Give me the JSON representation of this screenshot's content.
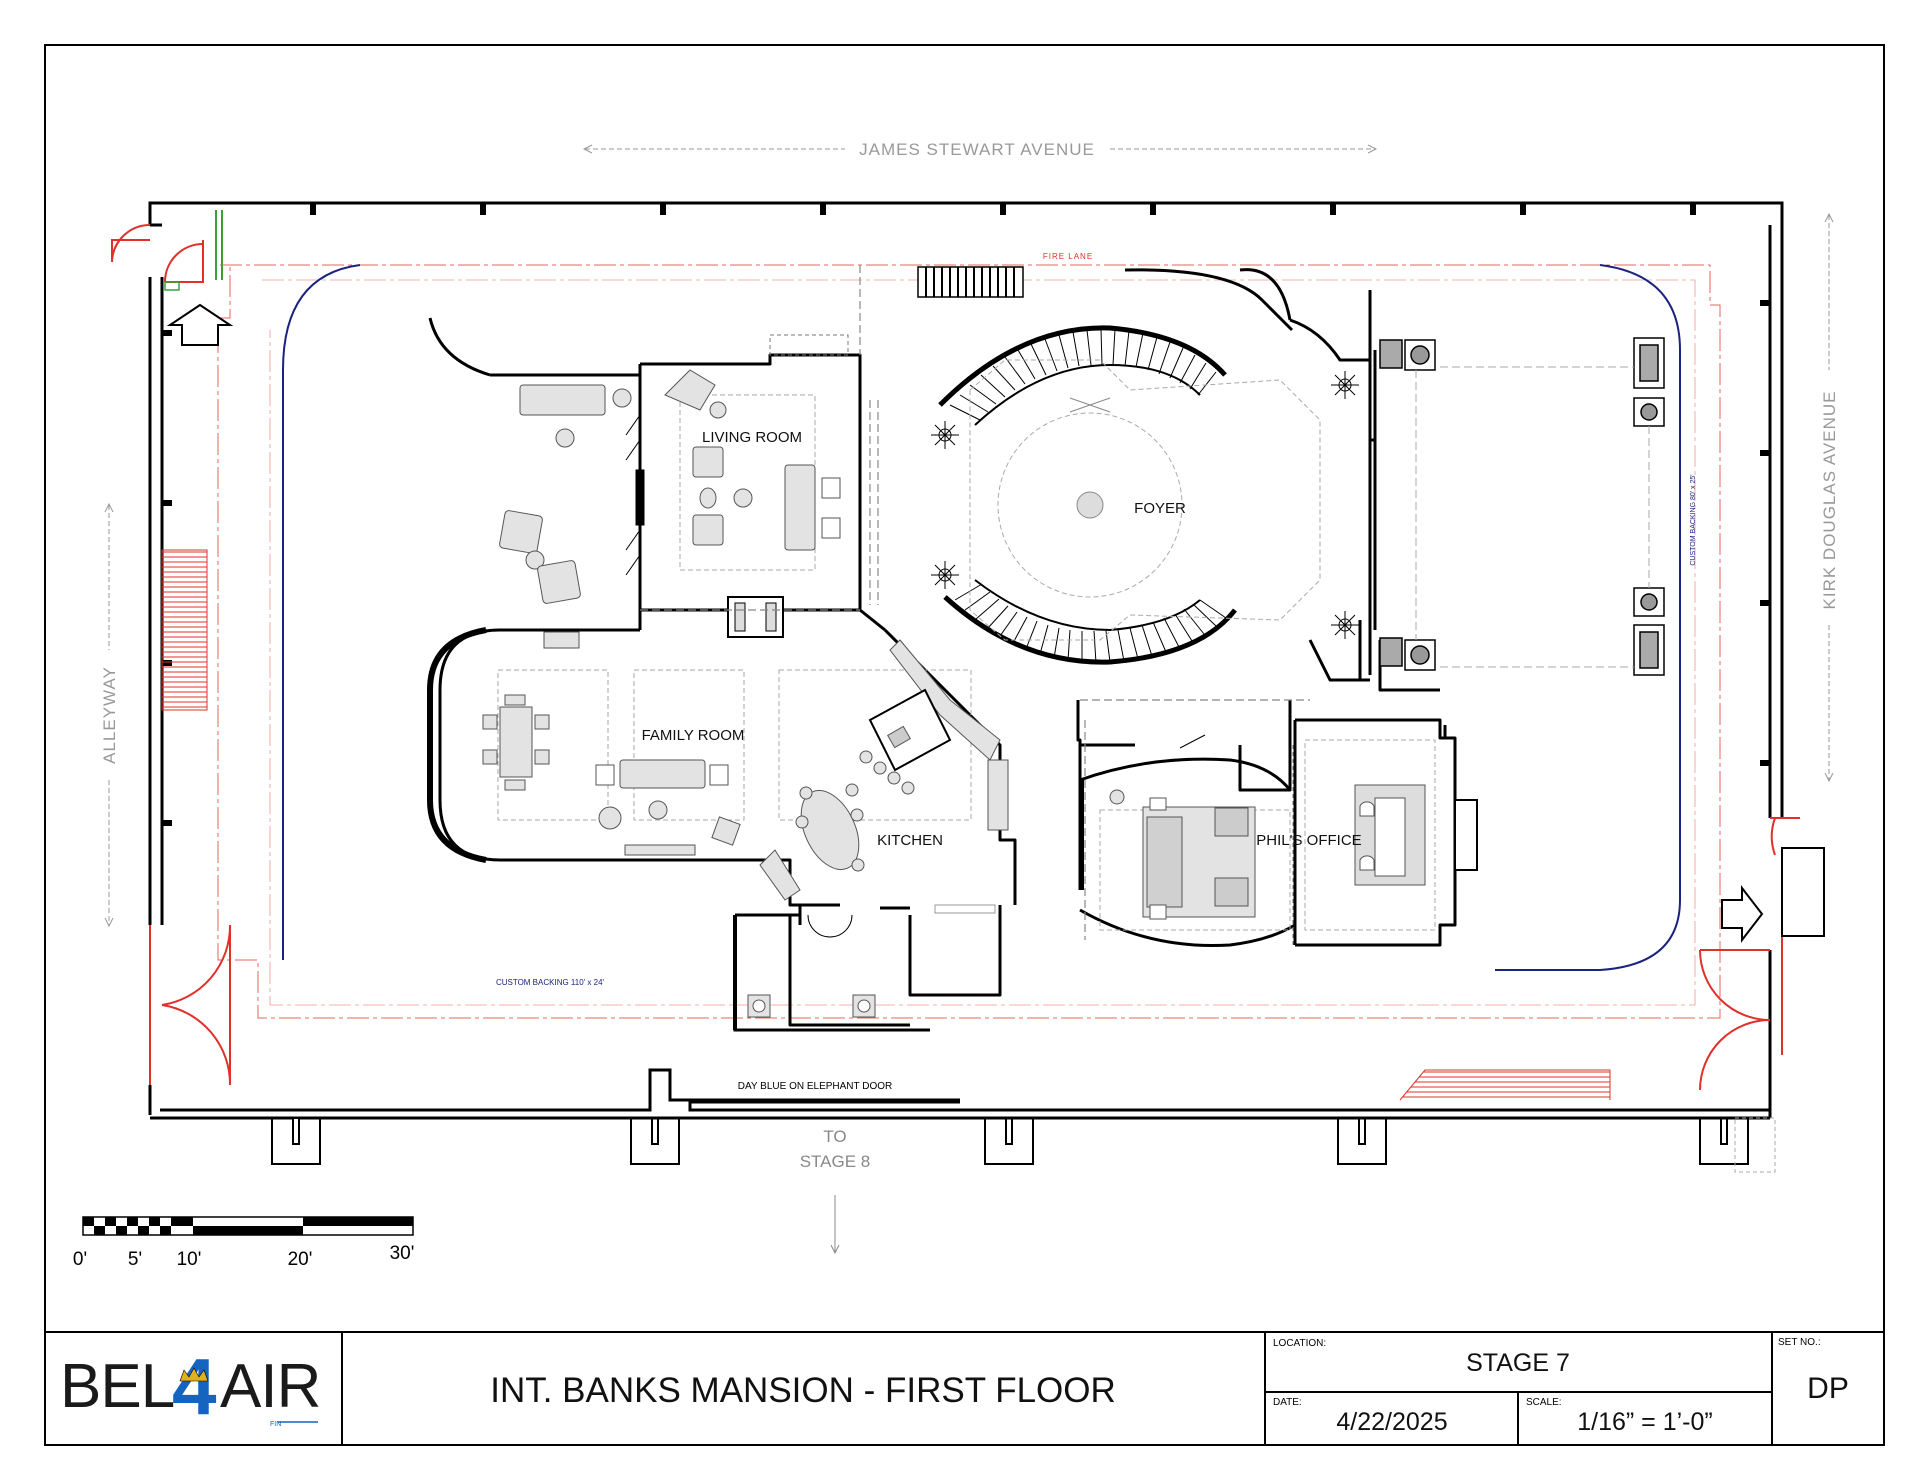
{
  "streets": {
    "top": "JAMES STEWART AVENUE",
    "left": "ALLEYWAY",
    "right": "KIRK DOUGLAS AVENUE"
  },
  "annotations": {
    "fire_lane": "FIRE  LANE",
    "custom_backing_left": "CUSTOM BACKING 110' x 24'",
    "custom_backing_right": "CUSTOM BACKING 80' x 25'",
    "elephant_door": "DAY BLUE ON ELEPHANT DOOR",
    "to_stage_line1": "TO",
    "to_stage_line2": "STAGE 8"
  },
  "rooms": {
    "living_room": "LIVING ROOM",
    "foyer": "FOYER",
    "family_room": "FAMILY ROOM",
    "kitchen": "KITCHEN",
    "phils_office": "PHIL'S OFFICE"
  },
  "scale_bar": {
    "labels": [
      "0'",
      "5'",
      "10'",
      "20'",
      "30'"
    ]
  },
  "title_block": {
    "logo_text": "BEL4AIR",
    "title": "INT. BANKS MANSION - FIRST FLOOR",
    "location_label": "LOCATION:",
    "location_value": "STAGE 7",
    "date_label": "DATE:",
    "date_value": "4/22/2025",
    "scale_label": "SCALE:",
    "scale_value": "1/16” = 1’-0”",
    "set_no_label": "SET NO.:",
    "set_no_value": "DP"
  },
  "colors": {
    "wall": "#000000",
    "fire_lane": "#e0302a",
    "backing": "#1a237e",
    "dashed": "#999999",
    "furniture_fill": "#e3e3e3",
    "logo_accent": "#1565c0"
  }
}
